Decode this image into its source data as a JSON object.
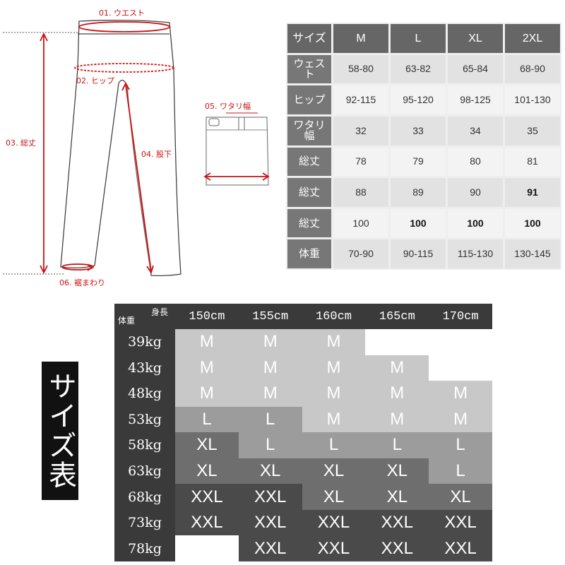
{
  "diagram": {
    "labels": {
      "waist": "01. ウエスト",
      "hip": "02. ヒップ",
      "length": "03. 総丈",
      "inseam": "04. 股下",
      "thigh": "05. ワタリ幅",
      "hem": "06. 裾まわり"
    },
    "accent_color": "#cc1111"
  },
  "size_table": {
    "headers": [
      "サイズ",
      "M",
      "L",
      "XL",
      "2XL"
    ],
    "rows": [
      {
        "label": "ウェスト",
        "values": [
          "58-80",
          "63-82",
          "65-84",
          "68-90"
        ]
      },
      {
        "label": "ヒップ",
        "values": [
          "92-115",
          "95-120",
          "98-125",
          "101-130"
        ]
      },
      {
        "label": "ワタリ幅",
        "values": [
          "32",
          "33",
          "34",
          "35"
        ]
      },
      {
        "label": "総丈",
        "values": [
          "78",
          "79",
          "80",
          "81"
        ]
      },
      {
        "label": "総丈",
        "values": [
          "88",
          "89",
          "90",
          "91"
        ]
      },
      {
        "label": "総丈",
        "values": [
          "100",
          "100",
          "100",
          "100"
        ]
      },
      {
        "label": "体重",
        "values": [
          "70-90",
          "90-115",
          "115-130",
          "130-145"
        ]
      }
    ]
  },
  "title": "サイズ表",
  "height_weight_table": {
    "corner_height": "身長",
    "corner_weight": "体重",
    "heights": [
      "150cm",
      "155cm",
      "160cm",
      "165cm",
      "170cm"
    ],
    "rows": [
      {
        "weight": "39kg",
        "sizes": [
          "M",
          "M",
          "M",
          "",
          ""
        ]
      },
      {
        "weight": "43kg",
        "sizes": [
          "M",
          "M",
          "M",
          "M",
          ""
        ]
      },
      {
        "weight": "48kg",
        "sizes": [
          "M",
          "M",
          "M",
          "M",
          "M"
        ]
      },
      {
        "weight": "53kg",
        "sizes": [
          "L",
          "L",
          "M",
          "M",
          "M"
        ]
      },
      {
        "weight": "58kg",
        "sizes": [
          "XL",
          "L",
          "L",
          "L",
          "L"
        ]
      },
      {
        "weight": "63kg",
        "sizes": [
          "XL",
          "XL",
          "XL",
          "XL",
          "L"
        ]
      },
      {
        "weight": "68kg",
        "sizes": [
          "XXL",
          "XXL",
          "XL",
          "XL",
          "XL"
        ]
      },
      {
        "weight": "73kg",
        "sizes": [
          "XXL",
          "XXL",
          "XXL",
          "XXL",
          "XXL"
        ]
      },
      {
        "weight": "78kg",
        "sizes": [
          "",
          "XXL",
          "XXL",
          "XXL",
          "XXL"
        ]
      }
    ]
  }
}
